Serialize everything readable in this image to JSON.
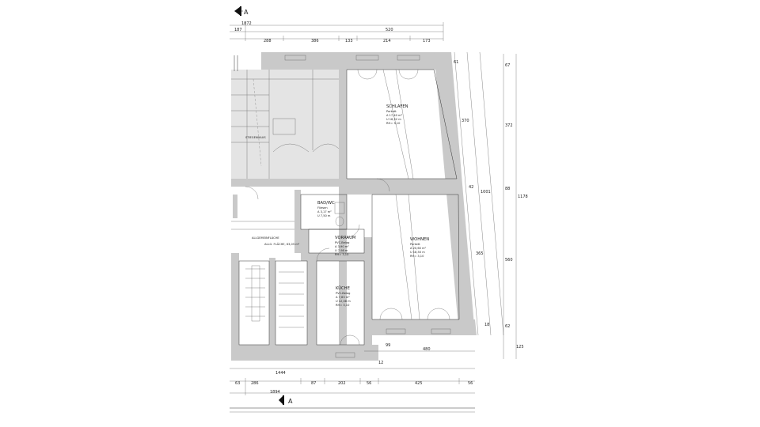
{
  "section_marker": "A",
  "dimensions": {
    "top_row1": [
      "1872"
    ],
    "top_row2": [
      "187",
      "520"
    ],
    "top_row3": [
      "288",
      "386",
      "133",
      "214",
      "173"
    ],
    "right_col1": [
      "61",
      "370",
      "42",
      "365",
      "18"
    ],
    "right_col2": [
      "1001"
    ],
    "right_col3": [
      "67",
      "372",
      "88",
      "560",
      "62",
      "125"
    ],
    "right_col3_total": [
      "1178"
    ],
    "bottom_row0": [
      "480"
    ],
    "bottom_row1": [
      "1444"
    ],
    "bottom_row2": [
      "63",
      "286",
      "87",
      "202",
      "56",
      "425",
      "56"
    ],
    "bottom_row3": [
      "1894"
    ],
    "misc_small": [
      "12",
      "99",
      "63"
    ]
  },
  "rooms": {
    "schlafen": {
      "name": "SCHLAFEN",
      "lines": [
        "Parkett",
        "A  17,40 m²",
        "U  16,52 m",
        "RH= 3,10"
      ]
    },
    "wohnen": {
      "name": "WOHNEN",
      "lines": [
        "Parkett",
        "A  20,60 m²",
        "U  18,50 m",
        "RH= 3,10"
      ]
    },
    "bad": {
      "name": "BAD/WC",
      "lines": [
        "Fliesen",
        "A  3,17 m²",
        "U  7,50 m"
      ]
    },
    "vorraum": {
      "name": "VORRAUM",
      "lines": [
        "PVC-Belag",
        "A  3,90 m²",
        "U  7,98 m",
        "RH= 3,10"
      ]
    },
    "kueche": {
      "name": "KÜCHE",
      "lines": [
        "PVC-Belag",
        "A  7,83 m²",
        "U  12,08 m",
        "RH= 3,10"
      ]
    },
    "stairwell": {
      "name": "STIEGENHAUS",
      "lines": []
    },
    "corridor": {
      "name": "ALLGEMEINFLÄCHE",
      "lines": [
        "ALLG. FLÄCHE, 63,05 m²"
      ]
    }
  },
  "colors": {
    "wall": "#c9c9c9",
    "shaded": "#e4e4e4",
    "line": "#333333"
  }
}
